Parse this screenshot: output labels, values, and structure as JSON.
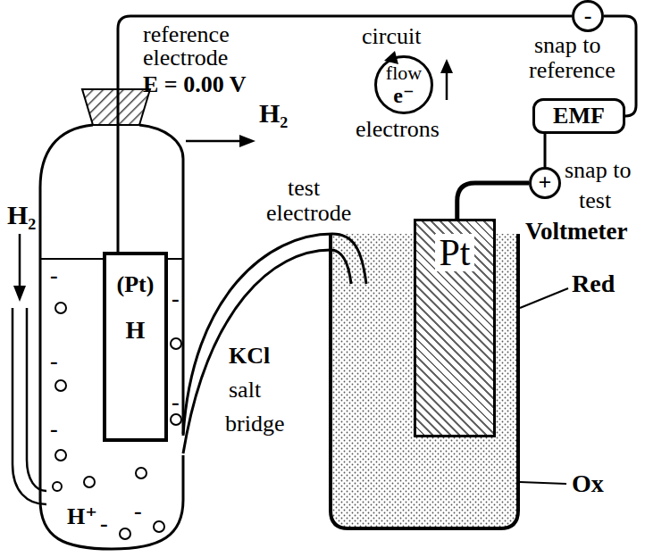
{
  "diagram": {
    "nodes": [
      {
        "text": [
          "-"
        ]
      },
      {
        "text": [
          "flow",
          "e⁻"
        ]
      },
      {
        "text": [
          "EMF"
        ]
      },
      {
        "text": [
          "+"
        ]
      },
      {
        "text": [
          "Pt"
        ]
      },
      {
        "text": [
          "(Pt)",
          "H"
        ]
      }
    ],
    "edges": [
      {
        "from": 5,
        "to": 0,
        "arrow": "none"
      },
      {
        "from": 0,
        "to": 2,
        "arrow": "none"
      },
      {
        "from": 2,
        "to": 3,
        "arrow": "none"
      },
      {
        "from": 3,
        "to": 4,
        "arrow": "none"
      }
    ],
    "labels": [
      "reference",
      "electrode",
      "E = 0.00 V",
      "circuit",
      "snap to",
      "reference",
      "H₂",
      "electrons",
      "snap to",
      "test",
      "test",
      "electrode",
      "H₂",
      "Voltmeter",
      "Red",
      "KCl",
      "salt",
      "bridge",
      "Ox",
      "H⁺",
      "-",
      "-",
      "-",
      "-",
      "-",
      "-",
      "-"
    ]
  }
}
